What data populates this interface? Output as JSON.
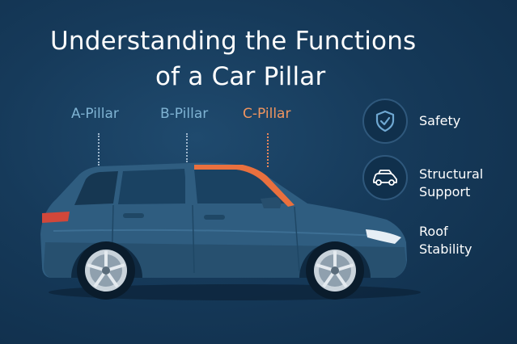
{
  "title": {
    "line1": "Understanding the Functions",
    "line2": "of a Car Pillar"
  },
  "pillars": [
    {
      "label": "A-Pillar",
      "color": "#7fb3d3"
    },
    {
      "label": "B-Pillar",
      "color": "#7fb3d3"
    },
    {
      "label": "C-Pillar",
      "color": "#f0955f"
    }
  ],
  "features": {
    "safety": {
      "line1": "Safety",
      "icon": "shield-check-icon"
    },
    "structural": {
      "line1": "Structural",
      "line2": "Support",
      "icon": "car-icon"
    },
    "roof": {
      "line1": "Roof",
      "line2": "Stability"
    }
  },
  "colors": {
    "background": "#163a5a",
    "car_body": "#2f5d80",
    "highlight_pillar": "#e9703e"
  }
}
